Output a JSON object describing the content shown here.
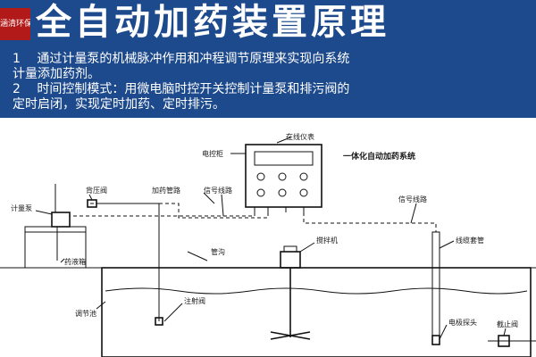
{
  "header": {
    "logo_text": "涵清环保",
    "title": "全自动加药装置原理",
    "notes": [
      "1　 通过计量泵的机械脉冲作用和冲程调节原理来实现向系统",
      "计量添加药剂。",
      "2　 时间控制模式：用微电脑时控开关控制计量泵和排污阀的",
      "定时启闭，实现定时加药、定时排污。"
    ]
  },
  "diagram": {
    "system_title": "一体化自动加药系统",
    "labels": {
      "online_meter": "在线仪表",
      "control_cabinet": "电控柜",
      "back_pressure_valve": "背压阀",
      "dosing_pipe": "加药管路",
      "signal_line_left": "信号线路",
      "signal_line_right": "信号线路",
      "metering_pump": "计量泵",
      "chemical_tank": "药液箱",
      "pipe_trench": "管沟",
      "mixer": "搅拌机",
      "cable_conduit": "线缆套管",
      "regulating_tank": "调节池",
      "injection_valve": "注射阀",
      "electrode_probe": "电极探头",
      "stop_valve": "截止阀"
    }
  },
  "colors": {
    "banner": "#1d4a8c",
    "banner_text": "#ffffff",
    "logo": "#b21a1a",
    "line": "#111111"
  }
}
